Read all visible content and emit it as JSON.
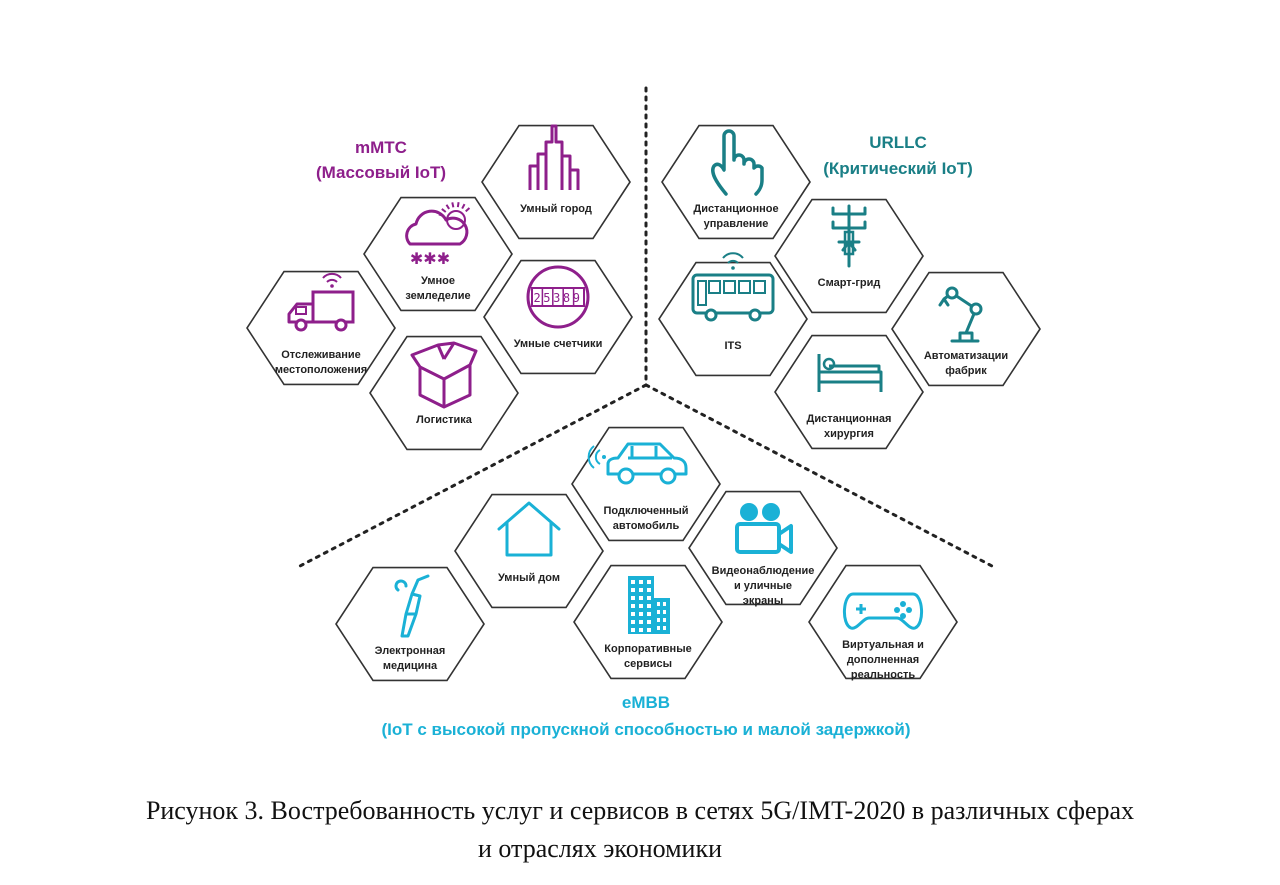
{
  "colors": {
    "mmtc": "#8e1f8b",
    "urllc": "#1a7f86",
    "embb": "#1ab1d6",
    "hex_stroke": "#333333",
    "label": "#222222",
    "divider": "#222222"
  },
  "groups": {
    "mmtc": {
      "title": "mMTC",
      "subtitle": "(Массовый IoT)"
    },
    "urllc": {
      "title": "URLLC",
      "subtitle": "(Критический IoT)"
    },
    "embb": {
      "title": "eMBB",
      "subtitle": "(IoT с высокой пропускной способностью и малой задержкой)"
    }
  },
  "hexes": [
    {
      "id": "smart-city",
      "group": "mmtc",
      "icon": "city-icon",
      "label": [
        "Умный город"
      ]
    },
    {
      "id": "smart-agriculture",
      "group": "mmtc",
      "icon": "weather-icon",
      "label": [
        "Умное",
        "земледелие"
      ]
    },
    {
      "id": "location-tracking",
      "group": "mmtc",
      "icon": "truck-icon",
      "label": [
        "Отслеживание",
        "местоположения"
      ]
    },
    {
      "id": "smart-meters",
      "group": "mmtc",
      "icon": "meter-icon",
      "label": [
        "Умные счетчики"
      ],
      "meter_digits": "25389"
    },
    {
      "id": "logistics",
      "group": "mmtc",
      "icon": "box-icon",
      "label": [
        "Логистика"
      ]
    },
    {
      "id": "remote-control",
      "group": "urllc",
      "icon": "hand-pointer-icon",
      "label": [
        "Дистанционное",
        "управление"
      ]
    },
    {
      "id": "smart-grid",
      "group": "urllc",
      "icon": "power-pole-icon",
      "label": [
        "Смарт-грид"
      ]
    },
    {
      "id": "its",
      "group": "urllc",
      "icon": "bus-icon",
      "label": [
        "ITS"
      ]
    },
    {
      "id": "factory-automation",
      "group": "urllc",
      "icon": "robot-arm-icon",
      "label": [
        "Автоматизации",
        "фабрик"
      ]
    },
    {
      "id": "remote-surgery",
      "group": "urllc",
      "icon": "hospital-bed-icon",
      "label": [
        "Дистанционная",
        "хирургия"
      ]
    },
    {
      "id": "connected-car",
      "group": "embb",
      "icon": "car-icon",
      "label": [
        "Подключенный",
        "автомобиль"
      ]
    },
    {
      "id": "smart-home",
      "group": "embb",
      "icon": "house-icon",
      "label": [
        "Умный дом"
      ]
    },
    {
      "id": "video-surveillance",
      "group": "embb",
      "icon": "video-camera-icon",
      "label": [
        "Видеонаблюдение",
        "и уличные",
        "экраны"
      ]
    },
    {
      "id": "e-medicine",
      "group": "embb",
      "icon": "injector-icon",
      "label": [
        "Электронная",
        "медицина"
      ]
    },
    {
      "id": "corporate-services",
      "group": "embb",
      "icon": "office-building-icon",
      "label": [
        "Корпоративные",
        "сервисы"
      ]
    },
    {
      "id": "vr-ar",
      "group": "embb",
      "icon": "gamepad-icon",
      "label": [
        "Виртуальная и",
        "дополненная",
        "реальность"
      ]
    }
  ],
  "caption": {
    "line1": "Рисунок 3. Востребованность услуг и сервисов в сетях 5G/IMT-2020 в различных сферах",
    "line2": "и отраслях экономики"
  }
}
